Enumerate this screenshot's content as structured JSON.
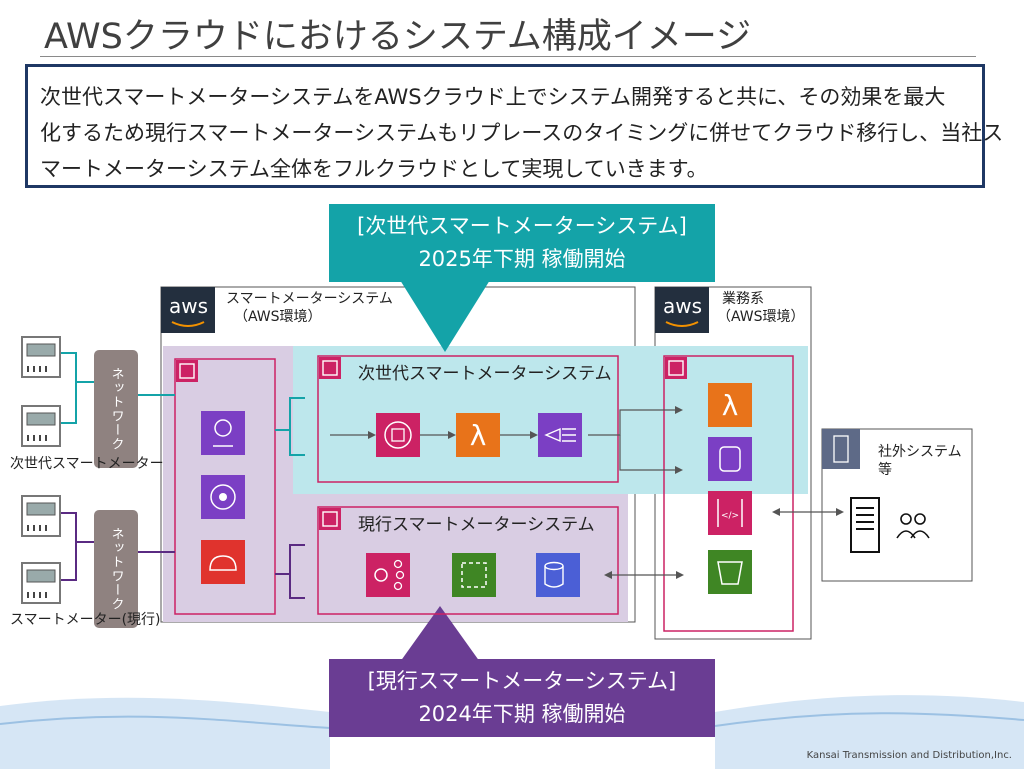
{
  "title": "AWSクラウドにおけるシステム構成イメージ",
  "summary_lines": [
    "次世代スマートメーターシステムをAWSクラウド上でシステム開発すると共に、その効果を最大",
    "化するため現行スマートメーターシステムもリプレースのタイミングに併せてクラウド移行し、当社ス",
    "マートメーターシステム全体をフルクラウドとして実現していきます。"
  ],
  "callout_next": {
    "line1": "[次世代スマートメーターシステム]",
    "line2": "2025年下期 稼働開始"
  },
  "callout_current": {
    "line1": "[現行スマートメーターシステム]",
    "line2": "2024年下期 稼働開始"
  },
  "aws_logo_text": "aws",
  "smart_meter_system": {
    "line1": "スマートメーターシステム",
    "line2": "（AWS環境）"
  },
  "business_system": {
    "line1": "業務系",
    "line2": "（AWS環境）"
  },
  "next_gen_group_label": "次世代スマートメーターシステム",
  "current_group_label": "現行スマートメーターシステム",
  "network_label": "ネットワーク",
  "next_meter_label": "次世代スマートメーター",
  "current_meter_label": "スマートメーター(現行)",
  "external_system": {
    "line1": "社外システム",
    "line2": "等"
  },
  "footer_credit": "Kansai Transmission and Distribution,Inc.",
  "colors": {
    "navy_border": "#1f3864",
    "teal": "#14a3a8",
    "purple": "#6a3d93",
    "teal_zone": "#bde7ec",
    "lavender_zone": "#d9cde3",
    "pink_group": "#cc2264",
    "lambda_orange": "#e8731a",
    "purple_service": "#7b3fc4",
    "green_service": "#3f8624",
    "meter_gray": "#8f8280"
  }
}
